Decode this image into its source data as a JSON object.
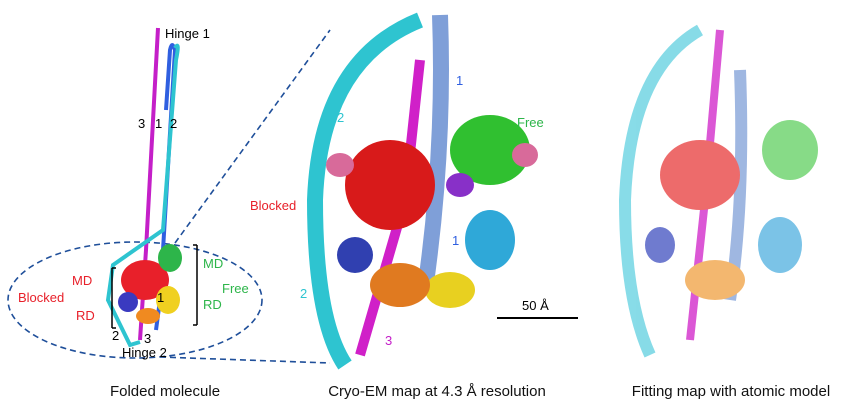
{
  "panels": {
    "left": {
      "caption": "Folded molecule",
      "labels": {
        "hinge1": "Hinge 1",
        "hinge2": "Hinge 2",
        "n3": "3",
        "n1": "1",
        "n2": "2",
        "md_blocked": "MD",
        "rd_blocked": "RD",
        "blocked": "Blocked",
        "md_free": "MD",
        "rd_free": "RD",
        "free": "Free",
        "inner1": "1",
        "bottom2": "2",
        "bottom3": "3"
      }
    },
    "middle": {
      "caption": "Cryo-EM map at 4.3 Å resolution",
      "labels": {
        "top2": "2",
        "top1": "1",
        "free": "Free",
        "blocked": "Blocked",
        "mid1": "1",
        "low2": "2",
        "low3": "3"
      },
      "scale_bar": "50 Å"
    },
    "right": {
      "caption": "Fitting map with atomic model"
    }
  },
  "colors": {
    "blocked": "#e8202a",
    "free": "#2db54a",
    "chain1": "#2f5fe0",
    "chain2": "#2ec4d0",
    "chain3": "#c41fc8",
    "dashed": "#1f4f9a"
  }
}
